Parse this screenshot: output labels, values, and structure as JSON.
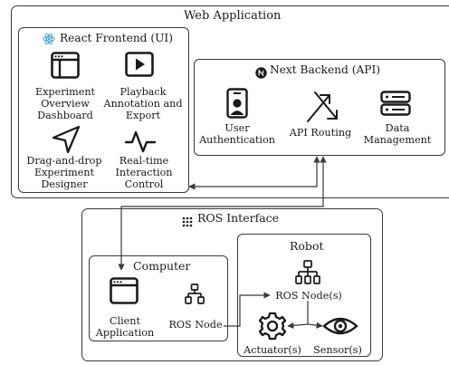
{
  "web_app": {
    "title": "Web Application"
  },
  "frontend": {
    "title": "React Frontend (UI)",
    "features": [
      {
        "label": "Experiment\nOverview\nDashboard",
        "icon": "window-icon"
      },
      {
        "label": "Playback\nAnnotation and\nExport",
        "icon": "play-icon"
      },
      {
        "label": "Drag-and-drop\nExperiment\nDesigner",
        "icon": "cursor-arrow-icon"
      },
      {
        "label": "Real-time\nInteraction\nControl",
        "icon": "pulse-icon"
      }
    ]
  },
  "backend": {
    "title": "Next Backend (API)",
    "features": [
      {
        "label": "User\nAuthentication",
        "icon": "badge-icon"
      },
      {
        "label": "API Routing",
        "icon": "routing-arrows-icon"
      },
      {
        "label": "Data\nManagement",
        "icon": "server-icon"
      }
    ]
  },
  "ros_interface": {
    "title": "ROS Interface"
  },
  "computer": {
    "title": "Computer",
    "client_label": "Client\nApplication",
    "ros_node_label": "ROS Node"
  },
  "robot": {
    "title": "Robot",
    "ros_nodes_label": "ROS Node(s)",
    "actuator_label": "Actuator(s)",
    "sensor_label": "Sensor(s)"
  },
  "colors": {
    "stroke": "#3a3a3a",
    "react_logo": "#3b9fd6",
    "next_logo": "#1a1a1a"
  }
}
